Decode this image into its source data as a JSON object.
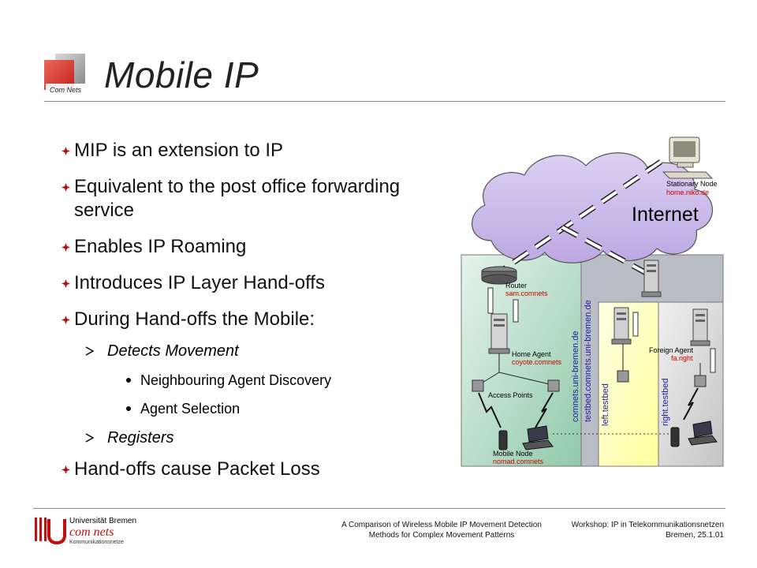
{
  "slide": {
    "title": "Mobile IP",
    "logo_text": "Com Nets",
    "bullets": {
      "b1": "MIP is an extension to IP",
      "b2": "Equivalent to the post office forwarding service",
      "b3": "Enables IP Roaming",
      "b4": "Introduces IP Layer Hand-offs",
      "b5": "During Hand-offs the Mobile:",
      "sub1": "Detects Movement",
      "sub1_items": [
        "Neighbouring Agent Discovery",
        "Agent Selection"
      ],
      "sub2": "Registers",
      "b6": "Hand-offs cause Packet Loss"
    }
  },
  "diagram": {
    "internet": "Internet",
    "stationary_node": "Stationary Node",
    "stationary_host": "home.niko.de",
    "router": "Router",
    "router_host": "sam.comnets",
    "home_agent": "Home Agent",
    "home_agent_host": "coyote.comnets",
    "access_points": "Access Points",
    "mobile_node": "Mobile Node",
    "mobile_node_host": "nomad.comnets",
    "foreign_agent": "Foreign Agent",
    "foreign_agent_host": "fa.right",
    "net_comnets": "comnets.uni-bremen.de",
    "net_testbed": "testbed.comnets.uni-bremen.de",
    "net_left": "left.testbed",
    "net_right": "right.testbed",
    "colors": {
      "cloud": "#c9b8e8",
      "home_net": "#a9d8c0",
      "testbed": "#b8bcc6",
      "left_testbed": "#ffffb0",
      "right_testbed": "#d6d6d6",
      "host_red": "#cc0000"
    }
  },
  "footer": {
    "university": "Universität Bremen",
    "logo_name": "com nets",
    "logo_sub": "Kommunikationsnetze",
    "center_line1": "A Comparison of Wireless Mobile IP Movement Detection",
    "center_line2": "Methods for Complex Movement Patterns",
    "right_line1": "Workshop: IP in Telekommunikationsnetzen",
    "right_line2": "Bremen, 25.1.01"
  }
}
